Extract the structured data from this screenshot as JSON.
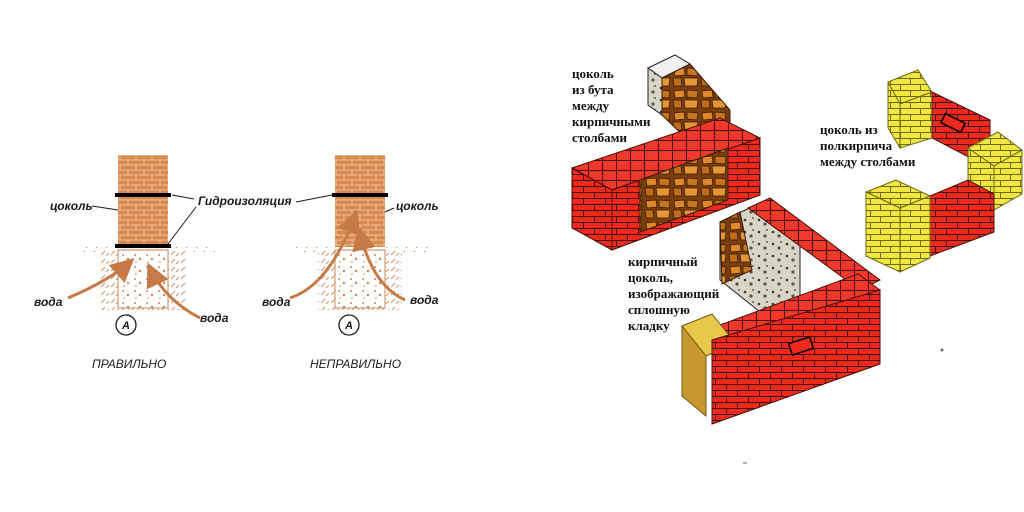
{
  "left": {
    "gidro_label": "Гидроизоляция",
    "correct": {
      "cokol_label": "цоколь",
      "voda_left": "вода",
      "voda_right": "вода",
      "marker": "А",
      "caption": "ПРАВИЛЬНО"
    },
    "wrong": {
      "cokol_label": "цоколь",
      "voda_left": "вода",
      "voda_right": "вода",
      "marker": "А",
      "caption": "НЕПРАВИЛЬНО"
    }
  },
  "right": {
    "label1": [
      "цоколь",
      "из бута",
      "между",
      "кирпичными",
      "столбами"
    ],
    "label2": [
      "цоколь из",
      "полкирпича",
      "между столбами"
    ],
    "label3": [
      "кирпичный",
      "цоколь,",
      "изображающий",
      "сплошную",
      "кладку"
    ]
  },
  "colors": {
    "brick_orange": "#d98a50",
    "brick_red": "#ee2a1c",
    "rubble": "#c87a2a",
    "yellow_brick": "#f2e640",
    "membrane": "#000000"
  }
}
